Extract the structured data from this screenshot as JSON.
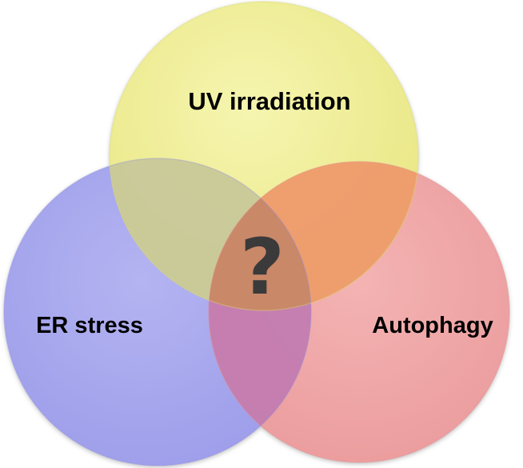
{
  "diagram": {
    "type": "venn",
    "sets": [
      {
        "id": "uv",
        "label": "UV irradiation",
        "color": "#eeec8e"
      },
      {
        "id": "er",
        "label": "ER stress",
        "color": "#a8a8ef"
      },
      {
        "id": "autophagy",
        "label": "Autophagy",
        "color": "#f0a7a8"
      }
    ],
    "center_symbol": "?",
    "colors": {
      "overlap_uv_er": "#c8c89a",
      "overlap_uv_autophagy": "#ee9a6c",
      "overlap_er_autophagy": "#c07ab0",
      "overlap_all": "#c98868",
      "symbol": "#3a3a3a"
    }
  }
}
